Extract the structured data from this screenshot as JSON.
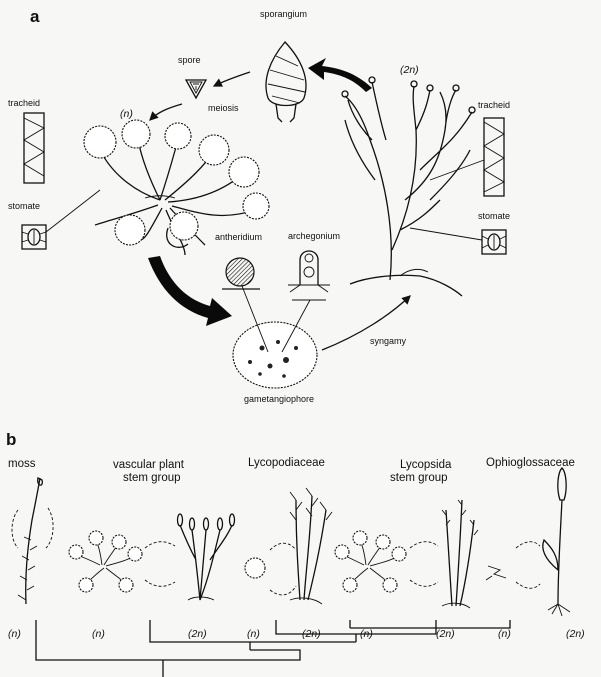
{
  "panel_a": {
    "letter": "a",
    "labels": {
      "sporangium": "sporangium",
      "spore": "spore",
      "meiosis": "meiosis",
      "tracheid_left": "tracheid",
      "stomate_left": "stomate",
      "antheridium": "antheridium",
      "archegonium": "archegonium",
      "syngamy": "syngamy",
      "gametangiophore": "gametangiophore",
      "tracheid_right": "tracheid",
      "stomate_right": "stomate"
    },
    "ploidy": {
      "haploid": "(n)",
      "diploid": "(2n)"
    }
  },
  "panel_b": {
    "letter": "b",
    "groups": {
      "moss": "moss",
      "vascular_line1": "vascular plant",
      "vascular_line2": "stem group",
      "lycopodiaceae": "Lycopodiaceae",
      "lycopsida_line1": "Lycopsida",
      "lycopsida_line2": "stem group",
      "ophioglossaceae": "Ophioglossaceae"
    },
    "ploidy_labels": [
      "(n)",
      "(n)",
      "(2n)",
      "(n)",
      "(2n)",
      "(n)",
      "(2n)",
      "(n)",
      "(2n)"
    ]
  }
}
